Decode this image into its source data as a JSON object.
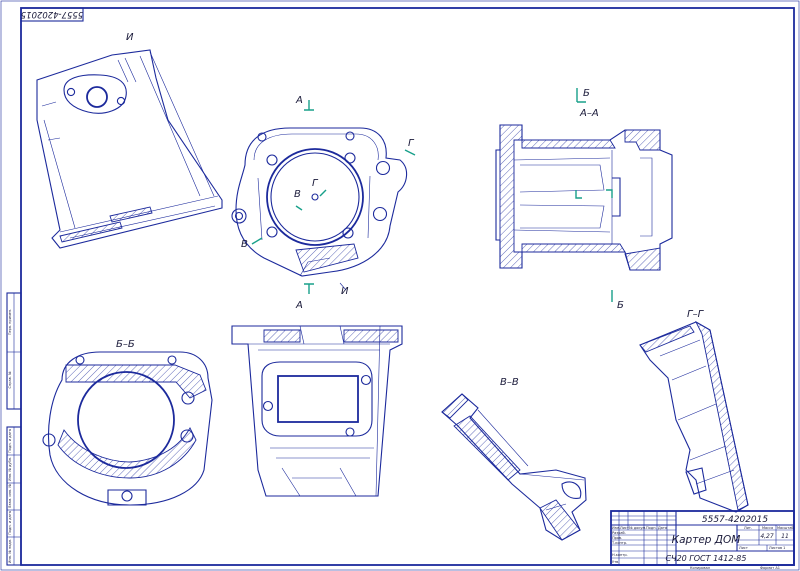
{
  "drawing": {
    "doc_code": "5557-4202015",
    "doc_code_rotated": "5557-4202015",
    "title": "Картер ДОМ",
    "material": "СЧ20 ГОСТ 1412-85",
    "scale": "11",
    "mass": "4,27",
    "columns": {
      "lit": "Лит.",
      "mass": "Масса",
      "scale": "Масштаб",
      "sheet": "Лист",
      "sheets": "Листов 1"
    },
    "row_labels": [
      "Изм.",
      "Лист",
      "№ докум.",
      "Подп.",
      "Дата"
    ],
    "roles": [
      "Разраб.",
      "Пров.",
      "Т.контр.",
      "Н.контр.",
      "Утв."
    ],
    "footer": {
      "copied": "Копировал",
      "format": "Формат   A1"
    },
    "left_strip": [
      "Перв. примен.",
      "Справ. №",
      "Подп. и дата",
      "Инв. № дубл.",
      "Взам. инв. №",
      "Подп. и дата",
      "Инв. № подл."
    ]
  },
  "views": {
    "I": "И",
    "AA": "А–А",
    "BB": "Б–Б",
    "VV": "В–В",
    "GG": "Г–Г"
  },
  "markers": {
    "A": "А",
    "B": "Б",
    "V": "В",
    "G": "Г",
    "I": "И"
  }
}
